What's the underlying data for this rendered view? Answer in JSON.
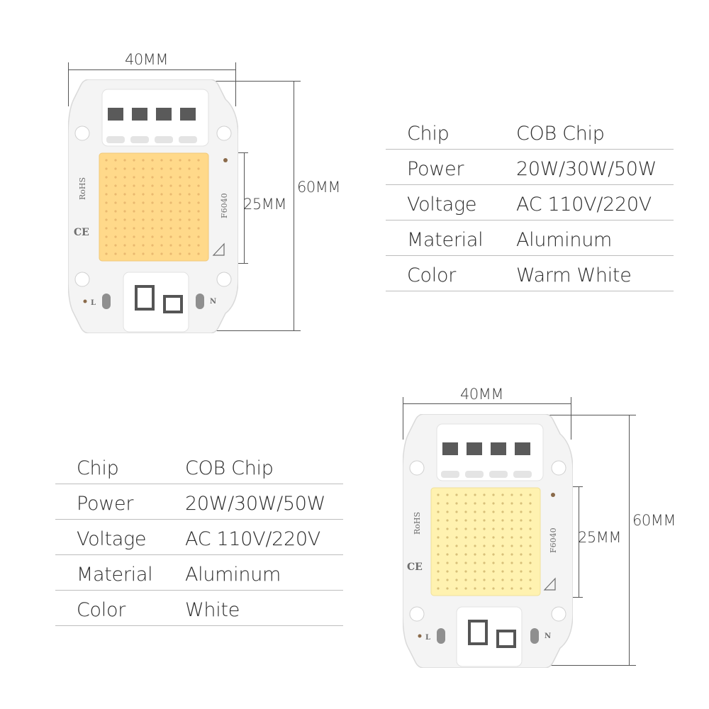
{
  "top_product": {
    "width_label": "40MM",
    "height_label": "60MM",
    "chip_label": "25MM",
    "board_text": {
      "rohs": "RoHS",
      "model": "F6040",
      "ce": "CE",
      "left_pin": "L",
      "right_pin": "N"
    },
    "chip_color": "#ffd98a",
    "specs": [
      {
        "key": "Chip",
        "value": "COB Chip"
      },
      {
        "key": "Power",
        "value": "20W/30W/50W"
      },
      {
        "key": "Voltage",
        "value": "AC 110V/220V"
      },
      {
        "key": "Material",
        "value": "Aluminum"
      },
      {
        "key": "Color",
        "value": "Warm White"
      }
    ]
  },
  "bottom_product": {
    "width_label": "40MM",
    "height_label": "60MM",
    "chip_label": "25MM",
    "board_text": {
      "rohs": "RoHS",
      "model": "F6040",
      "ce": "CE",
      "left_pin": "L",
      "right_pin": "N"
    },
    "chip_color": "#fff2b0",
    "specs": [
      {
        "key": "Chip",
        "value": "COB Chip"
      },
      {
        "key": "Power",
        "value": "20W/30W/50W"
      },
      {
        "key": "Voltage",
        "value": "AC 110V/220V"
      },
      {
        "key": "Material",
        "value": "Aluminum"
      },
      {
        "key": "Color",
        "value": "White"
      }
    ]
  }
}
